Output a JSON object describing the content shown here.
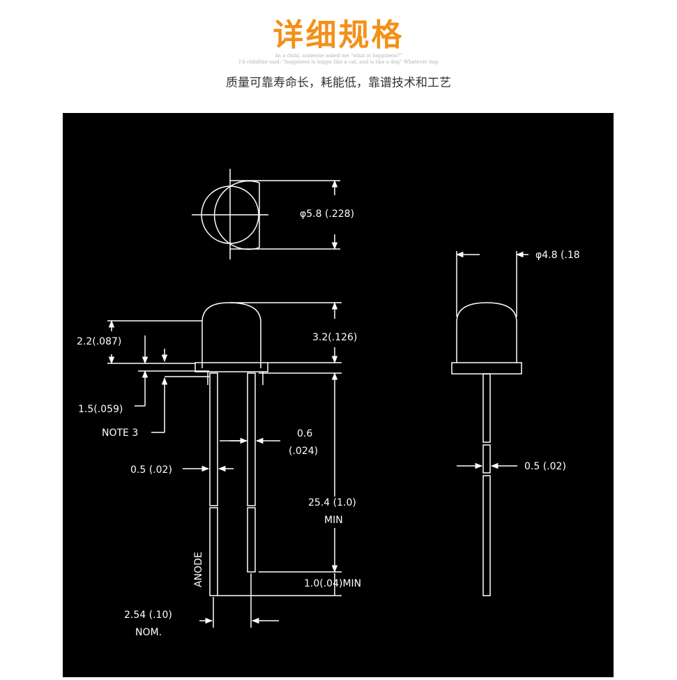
{
  "header": {
    "title": "详细规格",
    "subtitle_line1": "As a child, someone asked me \"what is happiness?\"",
    "subtitle_line2": "I'd childlike said: \"happiness is happy like a cat, and is like a dog\" Whatever hap",
    "tagline": "质量可靠寿命长，耗能低，靠谱技术和工艺"
  },
  "drawing": {
    "colors": {
      "background": "#000000",
      "line": "#ffffff",
      "title": "#f39019"
    },
    "labels": {
      "top_diameter": "φ5.8 (.228)",
      "side_diameter": "φ4.8 (.18",
      "dome_height": "2.2(.087)",
      "body_height": "3.2(.126)",
      "flange": "1.5(.059)",
      "note": "NOTE 3",
      "lead_width_a": "0.6",
      "lead_width_b": "(.024)",
      "lead_thickness": "0.5 (.02)",
      "side_lead_thickness": "0.5 (.02)",
      "lead_length_a": "25.4 (1.0)",
      "lead_length_b": "MIN",
      "lead_gap": "1.0(.04)MIN",
      "pitch_a": "2.54 (.10)",
      "pitch_b": "NOM.",
      "anode": "ANODE"
    }
  }
}
